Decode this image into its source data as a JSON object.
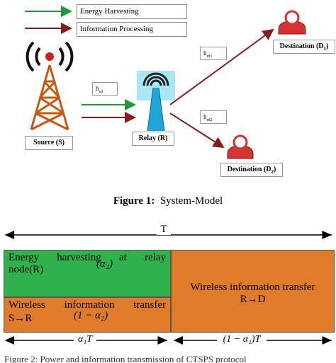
{
  "legend": {
    "energy_label": "Energy Harvesting",
    "info_label": "Information Processing",
    "energy_color": "#1a9a3a",
    "info_color": "#8b1a1a"
  },
  "nodes": {
    "source": "Source (S)",
    "relay": "Relay (R)",
    "dest1_prefix": "Destination (D",
    "dest1_sub": "1",
    "dest2_prefix": "Destination (D",
    "dest2_sub": "2",
    "close_paren": ")"
  },
  "channels": {
    "hsr_main": "h",
    "hsr_sub": "sd",
    "hrd1_main": "h",
    "hrd1_sub": "rd1",
    "hrd2_main": "h",
    "hrd2_sub": "rd2"
  },
  "figure1": {
    "label": "Figure 1",
    "colon": ":",
    "title": "System-Model"
  },
  "timing": {
    "total": "T",
    "eh_line1": "Energy harvesting at relay",
    "eh_line2": "node(R)",
    "eh_alpha": "(α₂)",
    "wit1_line1": "Wireless information transfer",
    "wit1_line2": "S→R",
    "wit1_alpha": "(1 − α₂)",
    "wit2_line1": "Wireless information transfer",
    "wit2_line2": "R→D",
    "left_dur": "α₁T",
    "right_dur": "(1 − α₁)T",
    "eh_color": "#2db34a",
    "wit_color": "#e07b2a"
  },
  "figure2_caption_partial": "Figure 2: Power and information transmission of CTSPS protocol"
}
